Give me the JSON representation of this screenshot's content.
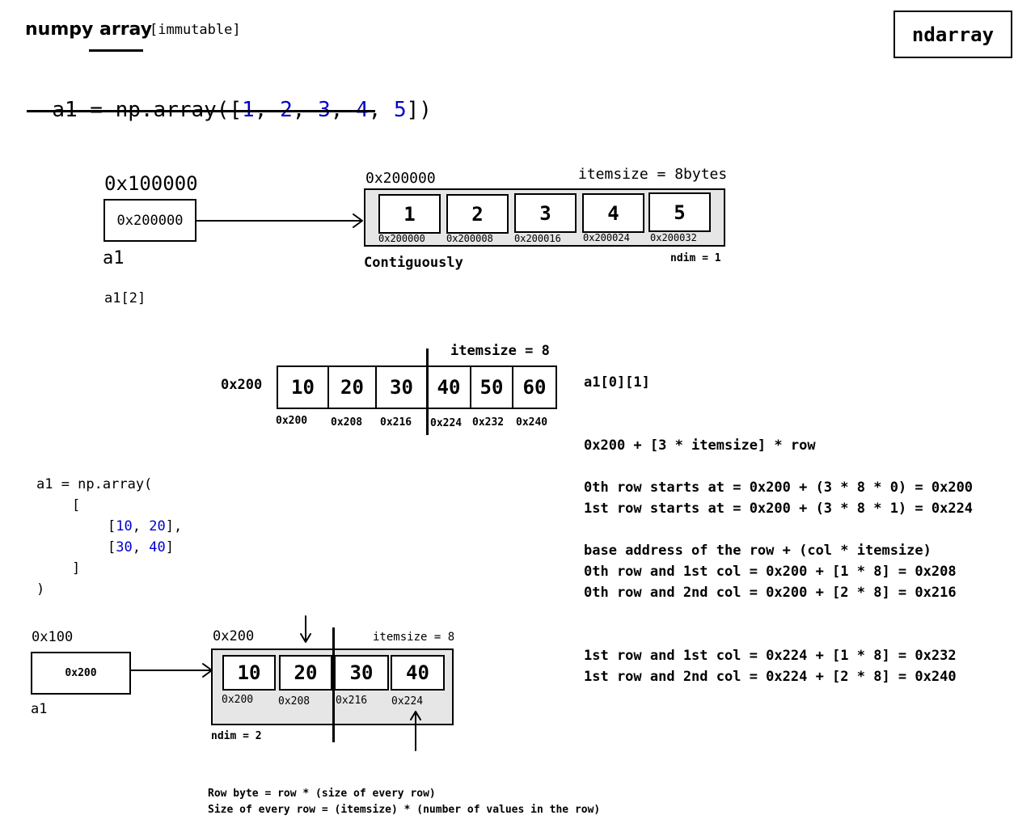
{
  "header": {
    "title": "numpy array",
    "tag": "[immutable]",
    "badge": "ndarray"
  },
  "code1": {
    "prefix": "a1 = np.array([",
    "values": [
      "1",
      "2",
      "3",
      "4",
      "5"
    ],
    "sep": ", ",
    "suffix": "])"
  },
  "diagram1": {
    "pointer_address": "0x100000",
    "pointer_value": "0x200000",
    "var_name": "a1",
    "array_address": "0x200000",
    "itemsize_label": "itemsize = 8bytes",
    "cells": [
      "1",
      "2",
      "3",
      "4",
      "5"
    ],
    "cell_addresses": [
      "0x200000",
      "0x200008",
      "0x200016",
      "0x200024",
      "0x200032"
    ],
    "contig_label": "Contiguously",
    "ndim_label": "ndim = 1",
    "index_expr": "a1[2]"
  },
  "diagram2": {
    "base_label": "0x200",
    "itemsize_label": "itemsize = 8",
    "cells": [
      "10",
      "20",
      "30",
      "40",
      "50",
      "60"
    ],
    "cell_addresses": [
      "0x200",
      "0x208",
      "0x216",
      "0x224",
      "0x232",
      "0x240"
    ]
  },
  "notes": {
    "index_expr": "a1[0][1]",
    "formula": "0x200 + [3 * itemsize] * row",
    "row0": "0th row starts at = 0x200 + (3 * 8 * 0) = 0x200",
    "row1": "1st row starts at = 0x200 + (3 * 8 * 1) = 0x224",
    "base": "base address of the row + (col * itemsize)",
    "r0c1": "0th row and 1st col = 0x200 + [1 * 8] = 0x208",
    "r0c2": "0th row and 2nd col = 0x200 + [2 * 8] = 0x216",
    "r1c1": "1st row and 1st col = 0x224 + [1 * 8] = 0x232",
    "r1c2": "1st row and 2nd col = 0x224 + [2 * 8] = 0x240"
  },
  "code2": {
    "line1": "a1 = np.array(",
    "line2": "[",
    "row1": [
      "10",
      "20"
    ],
    "row2": [
      "30",
      "40"
    ],
    "line5": "]",
    "line6": ")"
  },
  "diagram3": {
    "pointer_address": "0x100",
    "pointer_value": "0x200",
    "var_name": "a1",
    "array_address": "0x200",
    "itemsize_label": "itemsize = 8",
    "cells": [
      "10",
      "20",
      "30",
      "40"
    ],
    "cell_addresses": [
      "0x200",
      "0x208",
      "0x216",
      "0x224"
    ],
    "ndim_label": "ndim = 2"
  },
  "footer": {
    "line1": "Row byte = row * (size of every row)",
    "line2": "Size of every row = (itemsize) * (number of values in the row)"
  }
}
